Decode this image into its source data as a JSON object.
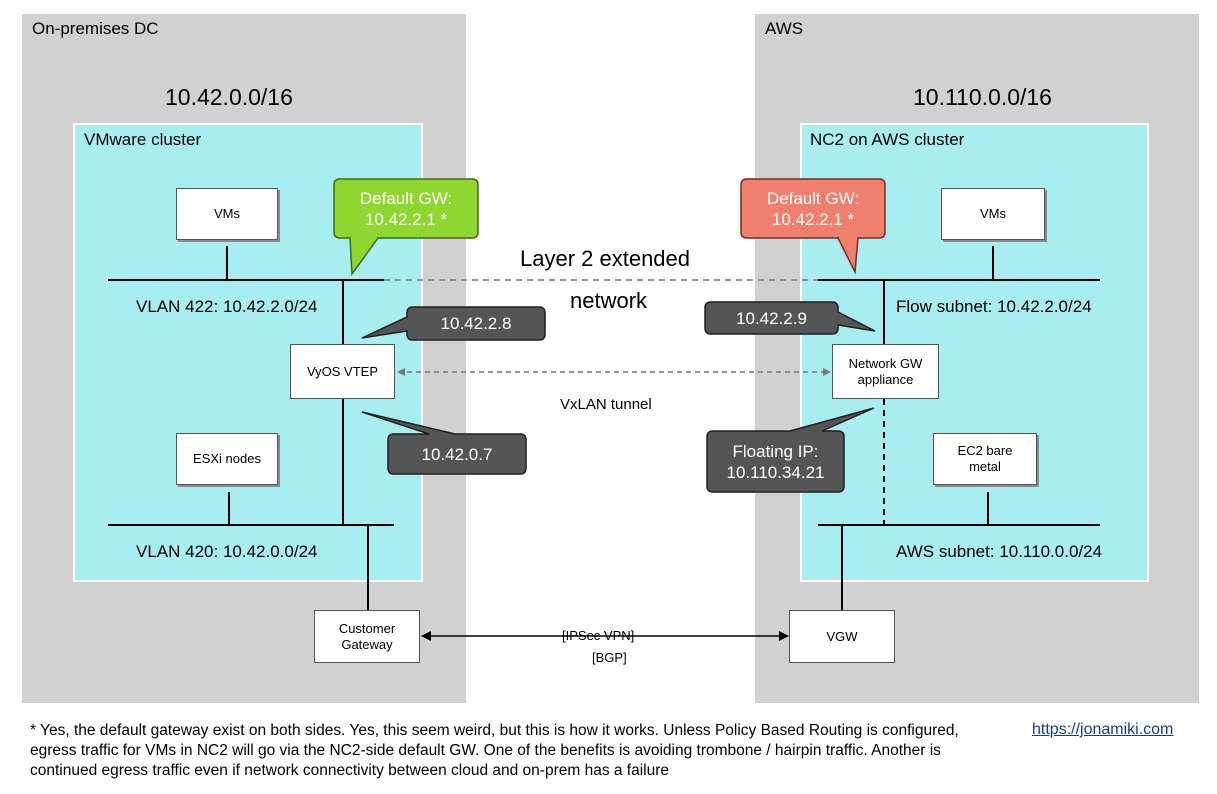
{
  "regions": {
    "onprem": {
      "label": "On-premises DC",
      "cidr": "10.42.0.0/16"
    },
    "aws": {
      "label": "AWS",
      "cidr": "10.110.0.0/16"
    }
  },
  "clusters": {
    "vmware": {
      "label": "VMware cluster"
    },
    "nc2": {
      "label": "NC2 on AWS cluster"
    }
  },
  "boxes": {
    "vms_left": "VMs",
    "vyos": "VyOS VTEP",
    "esxi": "ESXi nodes",
    "customer_gw": "Customer Gateway",
    "vms_right": "VMs",
    "network_gw": "Network GW appliance",
    "ec2": "EC2 bare metal",
    "vgw": "VGW"
  },
  "networks": {
    "vlan422": "VLAN 422: 10.42.2.0/24",
    "vlan420": "VLAN 420: 10.42.0.0/24",
    "flow_subnet": "Flow subnet: 10.42.2.0/24",
    "aws_subnet": "AWS subnet: 10.110.0.0/24"
  },
  "callouts": {
    "gw_left": "Default GW: 10.42.2.1 *",
    "gw_right": "Default GW: 10.42.2.1 *",
    "vyos_vlan422_ip": "10.42.2.8",
    "vyos_vlan420_ip": "10.42.0.7",
    "netgw_ip": "10.42.2.9",
    "floating_ip": "Floating IP: 10.110.34.21"
  },
  "links": {
    "layer2_line1": "Layer 2 extended",
    "layer2_line2": "network",
    "vxlan": "VxLAN tunnel",
    "ipsec": "[IPSec VPN]",
    "bgp": "[BGP]"
  },
  "colors": {
    "region": "#d1d1d1",
    "cluster": "#a8edf0",
    "gw_left": "#8fd630",
    "gw_right": "#f07f6e",
    "ip_callout": "#555555"
  },
  "footnote": "* Yes, the default gateway exist on both sides. Yes, this seem weird, but this is how it works. Unless Policy Based Routing is configured, egress traffic for VMs in NC2 will go via the NC2-side default GW. One of the benefits is avoiding trombone / hairpin traffic. Another is continued egress traffic even if network connectivity between cloud and on-prem has a failure",
  "site_link": "https://jonamiki.com"
}
